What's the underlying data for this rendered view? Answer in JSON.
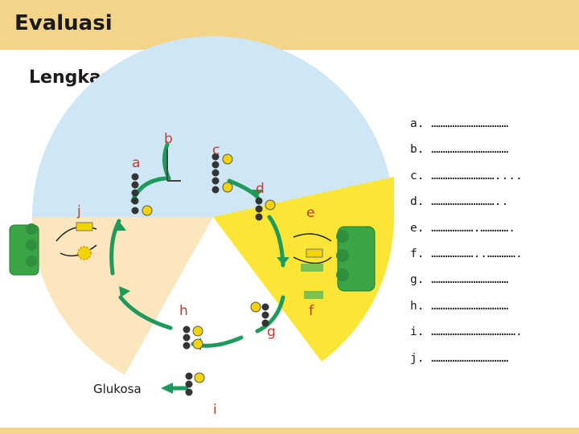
{
  "header": {
    "title": "Evaluasi"
  },
  "instruction": "Lengkapilah!",
  "diagram": {
    "labels": {
      "a": "a",
      "b": "b",
      "c": "c",
      "d": "d",
      "e": "e",
      "f": "f",
      "g": "g",
      "h": "h",
      "i": "i",
      "j": "j"
    },
    "glucose_label": "Glukosa"
  },
  "answers": [
    "a. ……………………………",
    "b. ……………………………",
    "c. ………………………....",
    "d. ………………………..",
    "e. ……………….………….",
    "f. ………………..………….",
    "g. ……………………………",
    "h. ……………………………",
    "i. ……………………………….",
    "j. ……………………………"
  ],
  "colors": {
    "header": "#f3d488",
    "blue_sector": "#cfe6f5",
    "beige_sector": "#fbe6bd",
    "yellow_sector": "#fbe635",
    "arrow_green": "#1e9a5c",
    "chloroplast_green": "#3aa447",
    "molecule_yellow": "#f2d400"
  }
}
